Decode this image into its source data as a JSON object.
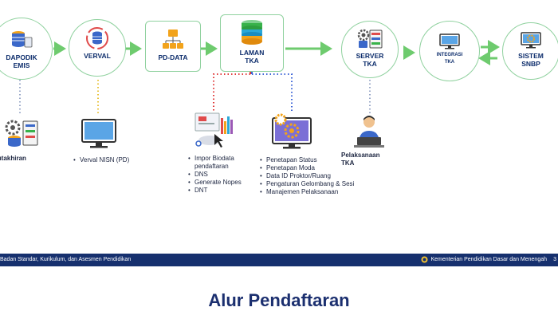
{
  "nodes": {
    "dapodik": "DAPODIK\nEMIS",
    "verval": "VERVAL",
    "pddata": "PD-DATA",
    "laman": "LAMAN\nTKA",
    "server": "SERVER\nTKA",
    "integrasi": "INTEGRASI\nTKA",
    "snbp": "SISTEM\nSNBP"
  },
  "details": {
    "pemutakhiran": "Pemutakhiran\nData",
    "verval_items": [
      "Verval NISN (PD)"
    ],
    "laman_items": [
      "Impor Biodata pendaftaran",
      "DNS",
      "Generate Nopes",
      "DNT"
    ],
    "server_items": [
      "Penetapan Status",
      "Penetapan Moda",
      "Data ID Proktor/Ruang",
      "Pengaturan Gelombang & Sesi",
      "Manajemen Pelaksanaan"
    ],
    "pelaksanaan": "Pelaksanaan\nTKA"
  },
  "footer": {
    "left": "Badan Standar, Kurikulum, dan Asesmen Pendidikan",
    "right": "Kementerian Pendidikan Dasar dan Menengah",
    "page": "3"
  },
  "title": "Alur Pendaftaran",
  "colors": {
    "navy": "#16306e",
    "green_border": "#8fd19e",
    "arrow_green": "#6ecb6e",
    "dot_red": "#e03a3a",
    "dot_blue": "#3a62d6",
    "dot_yellow": "#e8c23a"
  }
}
